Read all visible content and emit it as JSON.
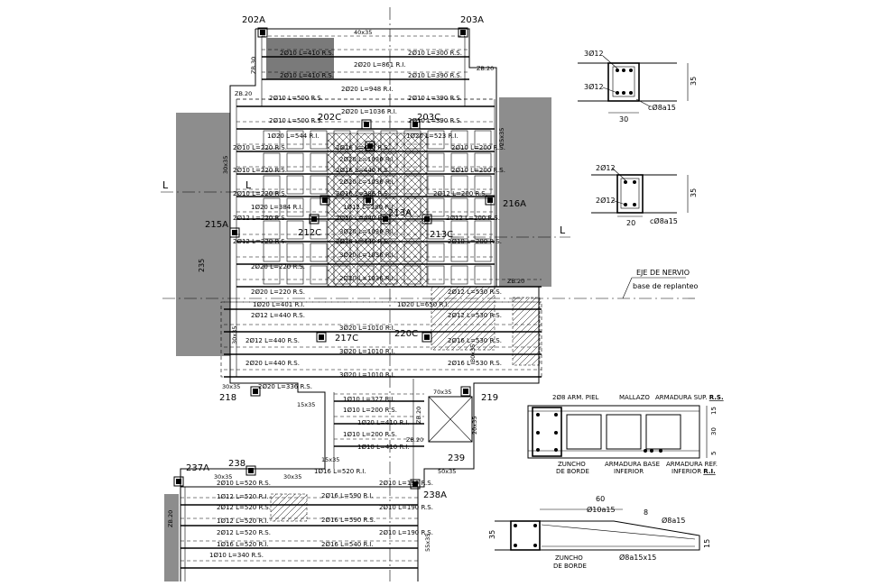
{
  "column_labels": {
    "c202a": "202A",
    "c203a": "203A",
    "c202c": "202C",
    "c203c": "203C",
    "c213a": "213A",
    "c212c": "212C",
    "c213c": "213C",
    "c215a": "215A",
    "c216a": "216A",
    "c217c": "217C",
    "c220c": "220C",
    "c218": "218",
    "c219": "219",
    "c237a": "237A",
    "c238": "238",
    "c238a": "238A",
    "c239": "239"
  },
  "section_marks": {
    "left": "L",
    "right": "L"
  },
  "dims": {
    "top_beam": "40x35",
    "zb30_a": "ZB.30",
    "zb20_a": "ZB.20",
    "zb20_b": "ZB.20",
    "side_30x35": "30x35",
    "side_25x35": "25x35",
    "d235": "235",
    "zb20_c": "ZB.20",
    "s30x35_a": "30x35",
    "s30x35_b": "30x35",
    "s30x35_c": "30x35",
    "s15x35_a": "15x35",
    "s70x35": "70x35",
    "s20x35": "20x35",
    "s15x35_b": "15x35",
    "s50x35": "50x35",
    "zb20_d": "ZB.20",
    "zb20_e": "ZB.20",
    "s30x35_d": "30x35",
    "s30x35_e": "30x35",
    "zb20_f": "ZB.20",
    "s55x35": "55x35"
  },
  "rebar_labels": [
    {
      "id": "r01",
      "text": "2Ø10 L=410 R.S."
    },
    {
      "id": "r02",
      "text": "2Ø10 L=300 R.S."
    },
    {
      "id": "r03",
      "text": "2Ø20 L=861 R.I."
    },
    {
      "id": "r04",
      "text": "2Ø10 L=410 R.S."
    },
    {
      "id": "r05",
      "text": "2Ø10 L=390 R.S."
    },
    {
      "id": "r06",
      "text": "2Ø20 L=948 R.I."
    },
    {
      "id": "r07",
      "text": "2Ø10 L=500 R.S."
    },
    {
      "id": "r08",
      "text": "2Ø10 L=390 R.S."
    },
    {
      "id": "r09",
      "text": "2Ø20 L=1036 R.I."
    },
    {
      "id": "r10",
      "text": "2Ø10 L=500 R.S."
    },
    {
      "id": "r11",
      "text": "2Ø10 L=390 R.S."
    },
    {
      "id": "r12",
      "text": "1Ø20 L=544 R.I."
    },
    {
      "id": "r13",
      "text": "1Ø20 L=523 R.I."
    },
    {
      "id": "r14",
      "text": "2Ø10 L=220 R.S."
    },
    {
      "id": "r15",
      "text": "2Ø16 L=440 R.S."
    },
    {
      "id": "r16",
      "text": "2Ø10 L=200 R.S."
    },
    {
      "id": "r17",
      "text": "2Ø20 L=1036 R.I."
    },
    {
      "id": "r18",
      "text": "2Ø10 L=220 R.S."
    },
    {
      "id": "r19",
      "text": "2Ø16 L=440 R.S."
    },
    {
      "id": "r20",
      "text": "2Ø10 L=200 R.S."
    },
    {
      "id": "r21",
      "text": "2Ø20 L=1036 R.I."
    },
    {
      "id": "r22",
      "text": "2Ø10 L=220 R.S."
    },
    {
      "id": "r23",
      "text": "2Ø16 L=386 R.S."
    },
    {
      "id": "r24",
      "text": "2Ø12 L=200 R.S."
    },
    {
      "id": "r25",
      "text": "1Ø20 L=384 R.I."
    },
    {
      "id": "r26",
      "text": "1Ø12 L=280 R.I."
    },
    {
      "id": "r27",
      "text": "2Ø12 L=220 R.S."
    },
    {
      "id": "r28",
      "text": "2Ø16 L=440 R.S."
    },
    {
      "id": "r29",
      "text": "2Ø12 L=200 R.S."
    },
    {
      "id": "r30",
      "text": "3Ø20 L=1036 R.I."
    },
    {
      "id": "r31",
      "text": "2Ø12 L=220 R.S."
    },
    {
      "id": "r32",
      "text": "2Ø16 L=440 R.S."
    },
    {
      "id": "r33",
      "text": "2Ø10 L=200 R.S."
    },
    {
      "id": "r34",
      "text": "3Ø20 L=1036 R.I."
    },
    {
      "id": "r35",
      "text": "2Ø20 L=220 R.S."
    },
    {
      "id": "r36",
      "text": "2Ø20 L=1036 R.I."
    },
    {
      "id": "r37",
      "text": "2Ø20 L=220 R.S."
    },
    {
      "id": "r38",
      "text": "2Ø12 L=530 R.S."
    },
    {
      "id": "r39",
      "text": "1Ø20 L=401 R.I."
    },
    {
      "id": "r40",
      "text": "1Ø20 L=650 R.I."
    },
    {
      "id": "r41",
      "text": "2Ø12 L=440 R.S."
    },
    {
      "id": "r42",
      "text": "2Ø12 L=530 R.S."
    },
    {
      "id": "r43",
      "text": "3Ø20 L=1010 R.I."
    },
    {
      "id": "r44",
      "text": "2Ø12 L=440 R.S."
    },
    {
      "id": "r45",
      "text": "2Ø16 L=530 R.S."
    },
    {
      "id": "r46",
      "text": "3Ø20 L=1010 R.I."
    },
    {
      "id": "r47",
      "text": "2Ø20 L=440 R.S."
    },
    {
      "id": "r48",
      "text": "2Ø16 L=530 R.S."
    },
    {
      "id": "r49",
      "text": "3Ø20 L=1010 R.I."
    },
    {
      "id": "r50",
      "text": "2Ø20 L=336 R.S."
    },
    {
      "id": "r51",
      "text": "1Ø10 L=327 R.I."
    },
    {
      "id": "r52",
      "text": "1Ø10 L=200 R.S."
    },
    {
      "id": "r53",
      "text": "1Ø20 L=410 R.I."
    },
    {
      "id": "r54",
      "text": "1Ø10 L=200 R.S."
    },
    {
      "id": "r55",
      "text": "1Ø10 L=410 R.I."
    },
    {
      "id": "r56",
      "text": "1Ø16 L=520 R.I."
    },
    {
      "id": "r57",
      "text": "2Ø10 L=190 R.S."
    },
    {
      "id": "r58",
      "text": "2Ø10 L=520 R.S."
    },
    {
      "id": "r59",
      "text": "1Ø12 L=520 R.I."
    },
    {
      "id": "r60",
      "text": "2Ø16 L=590 R.I."
    },
    {
      "id": "r61",
      "text": "2Ø12 L=520 R.S."
    },
    {
      "id": "r62",
      "text": "2Ø10 L=190 R.S."
    },
    {
      "id": "r63",
      "text": "1Ø12 L=520 R.I."
    },
    {
      "id": "r64",
      "text": "2Ø16 L=590 R.S."
    },
    {
      "id": "r65",
      "text": "2Ø12 L=520 R.S."
    },
    {
      "id": "r66",
      "text": "2Ø10 L=190 R.S."
    },
    {
      "id": "r67",
      "text": "1Ø16 L=520 R.I."
    },
    {
      "id": "r68",
      "text": "2Ø16 L=540 R.I."
    },
    {
      "id": "r69",
      "text": "1Ø10 L=340 R.S."
    }
  ],
  "detail_beam1": {
    "top": "3Ø12",
    "bottom": "3Ø12",
    "width": "30",
    "height": "35",
    "stirrup": "cØ8a15"
  },
  "detail_beam2": {
    "top": "2Ø12",
    "bottom": "2Ø12",
    "width": "20",
    "height": "35",
    "stirrup": "cØ8a15"
  },
  "nerve_axis": {
    "title": "EJE DE NERVIO",
    "subtitle": "base de replanteo"
  },
  "slab_section": {
    "skin": "2Ø8 ARM. PIEL",
    "mesh": "MALLAZO",
    "top_rebar": "ARMADURA SUP.",
    "top_rebar_suffix": "R.S.",
    "edge_beam": "ZUNCHO",
    "edge_beam2": "DE BORDE",
    "base_rebar": "ARMADURA BASE",
    "base_rebar2": "INFERIOR",
    "ref_rebar": "ARMADURA REF.",
    "ref_rebar2": "INFERIOR",
    "ref_rebar3": "R.I.",
    "d15a": "15",
    "d30": "30",
    "d5": "5"
  },
  "cantilever_section": {
    "width": "60",
    "d8": "8",
    "top_bar": "Ø10a15",
    "side_bar": "Ø8a15",
    "height": "35",
    "tip": "15",
    "bottom_bar": "Ø8a15x15",
    "edge_beam": "ZUNCHO",
    "edge_beam2": "DE BORDE"
  }
}
